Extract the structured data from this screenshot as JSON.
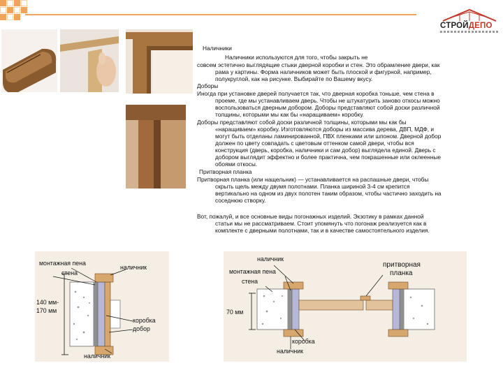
{
  "texts": [
    {
      "content": "Наличники"
    },
    {
      "content": "Наличники используются для того, чтобы закрыть не"
    },
    {
      "content": "совсем эстетично выглядящие стыки дверной коробки и стен. Это обрамление двери, как"
    },
    {
      "content": "рама у картины. Форма наличников может быть плоской и фигурной,  например,"
    },
    {
      "content": "полукруглой, как на рисунке. Выбирайте по Вашему вкусу."
    },
    {
      "content": "Доборы"
    },
    {
      "content": "Иногда при установке дверей получается так, что дверная коробка тоньше, чем стена в"
    },
    {
      "content": "проеме, где мы устанавливаем дверь. Чтобы не штукатурить заново откосы можно"
    },
    {
      "content": "воспользоваться дверным добором. Доборы представляют собой доски различной"
    },
    {
      "content": "толщины, которыми мы как бы «наращиваем» коробку."
    },
    {
      "content": "Доборы представляют собой доски различной толщины, которыми мы как бы"
    },
    {
      "content": "«наращиваем» коробку. Изготовляются доборы из массива дерева, ДВП, МДФ, и"
    },
    {
      "content": "могут быть отделаны ламинированной, ПВХ пленками или шпоном. Дверной добор"
    },
    {
      "content": "должен по цвету совпадать с цветовым оттенком самой двери, чтобы вся"
    },
    {
      "content": "конструкция (дверь, коробка, наличники и сам добор) выглядела единой. Дверь с"
    },
    {
      "content": "добором выглядит эффектно и более практична, чем покрашенные или оклеенные"
    },
    {
      "content": "обоями откосы."
    },
    {
      "content": "Притворная планка"
    },
    {
      "content": "Притворная планка (или нащельник) — устанавливается на распашные двери, чтобы"
    },
    {
      "content": "скрыть щель между двумя полотнами. Планка шириной 3-4 см крепится"
    },
    {
      "content": "вертикально на одном из двух полотен таким образом, чтобы частично заходить на"
    },
    {
      "content": "соседнюю створку."
    },
    {
      "content": "Вот, пожалуй, и все основные виды погонажных изделий. Экзотику в рамках данной"
    },
    {
      "content": "статьи мы не рассматриваем. Стоит упомянуть что погонаж реализуется как в"
    },
    {
      "content": "комплекте с дверными полотнами, так и в качестве самостоятельного изделия."
    }
  ],
  "logo": {
    "part1": "СТРОЙ",
    "part2": "ДЕПО"
  },
  "diagram1": {
    "montage_foam": "монтажная пена",
    "wall": "стена",
    "casing": "наличник",
    "width_1": "140 мм-",
    "width_2": "170 мм",
    "door_frame": "коробка",
    "extension": "добор",
    "casing_bottom": "наличник"
  },
  "diagram2": {
    "casing_top": "наличник",
    "montage_foam": "монтажная пена",
    "wall": "стена",
    "width": "70 мм",
    "astragal_1": "притворная",
    "astragal_2": "планка",
    "door_frame": "коробка",
    "casing_bottom": "наличник"
  },
  "colors": {
    "accent": "#f0a35a",
    "wood": "#d8a76e",
    "foam": "#8f8f8f",
    "wall": "#ffffff",
    "frame": "#bcbcd9"
  }
}
